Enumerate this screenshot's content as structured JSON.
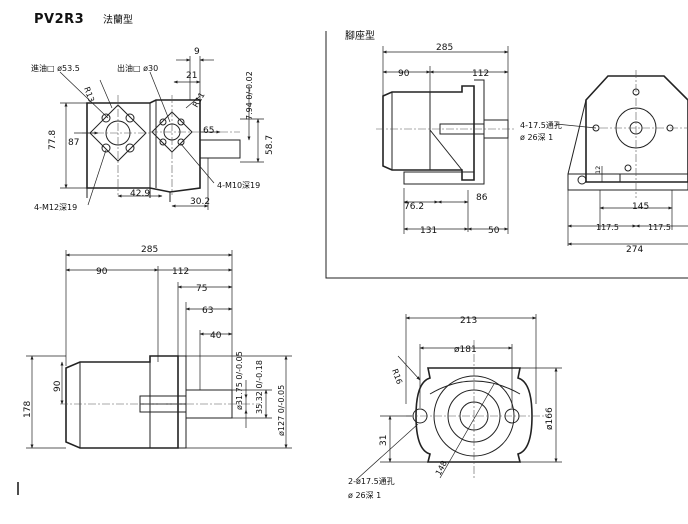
{
  "title": {
    "model": "PV2R3",
    "flange_type": "法蘭型"
  },
  "flange_view": {
    "inlet_port": "進油□ ø53.5",
    "outlet_port": "出油□ ø30",
    "dim_9": "9",
    "dim_21": "21",
    "dim_r13": "R13",
    "dim_r11": "R11",
    "dim_65": "65",
    "dim_7_94": "7.94 0/-0.02",
    "dim_77_8": "77.8",
    "dim_87": "87",
    "dim_58_7": "58.7",
    "outlet_thread": "4-M10深19",
    "dim_42_9": "42.9",
    "inlet_thread": "4-M12深19",
    "dim_30_2": "30.2"
  },
  "side_view": {
    "dim_285": "285",
    "dim_90": "90",
    "dim_112": "112",
    "dim_75": "75",
    "dim_63": "63",
    "dim_40": "40",
    "dim_178": "178",
    "dim_90_vertical": "90",
    "dim_31_75": "ø31.75 0/-0.05",
    "dim_35_32": "35.32 0/-0.18",
    "dim_127": "ø127 0/-0.05"
  },
  "foot_view": {
    "label": "腳座型",
    "dim_285": "285",
    "dim_90": "90",
    "dim_112": "112",
    "dim_76_2": "76.2",
    "dim_86": "86",
    "dim_131": "131",
    "dim_50": "50",
    "mounting_hole": "4-17.5通孔",
    "counterbore": "ø 26深 1",
    "dim_12": "12",
    "dim_145": "145",
    "dim_117_5": "117.5",
    "dim_274": "274"
  },
  "flange_face": {
    "dim_213": "213",
    "dim_181": "ø181",
    "dim_r16": "R16",
    "dim_166": "ø166",
    "dim_31": "31",
    "dim_148": "148",
    "mounting_hole": "2-ø17.5通孔",
    "counterbore": "ø 26深 1"
  }
}
